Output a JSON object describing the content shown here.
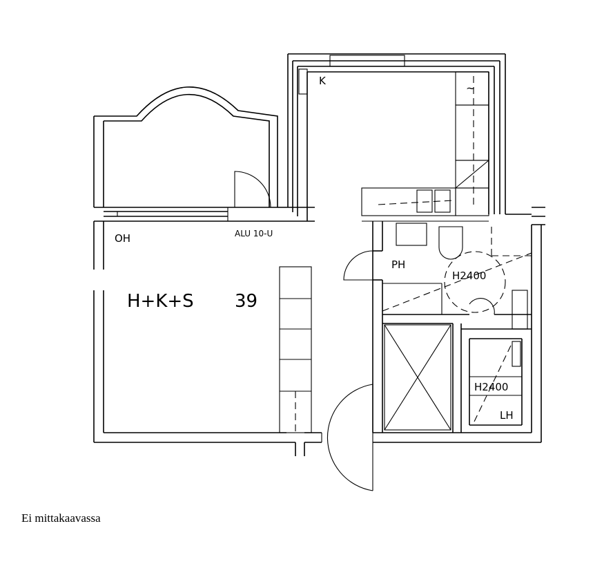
{
  "labels": {
    "kitchen": "K",
    "living_room": "OH",
    "window_spec": "ALU 10-U",
    "apartment_type": "H+K+S",
    "area": "39",
    "bathroom": "PH",
    "height_bathroom": "H2400",
    "height_closet": "H2400",
    "closet": "LH"
  },
  "caption": "Ei mittakaavassa"
}
